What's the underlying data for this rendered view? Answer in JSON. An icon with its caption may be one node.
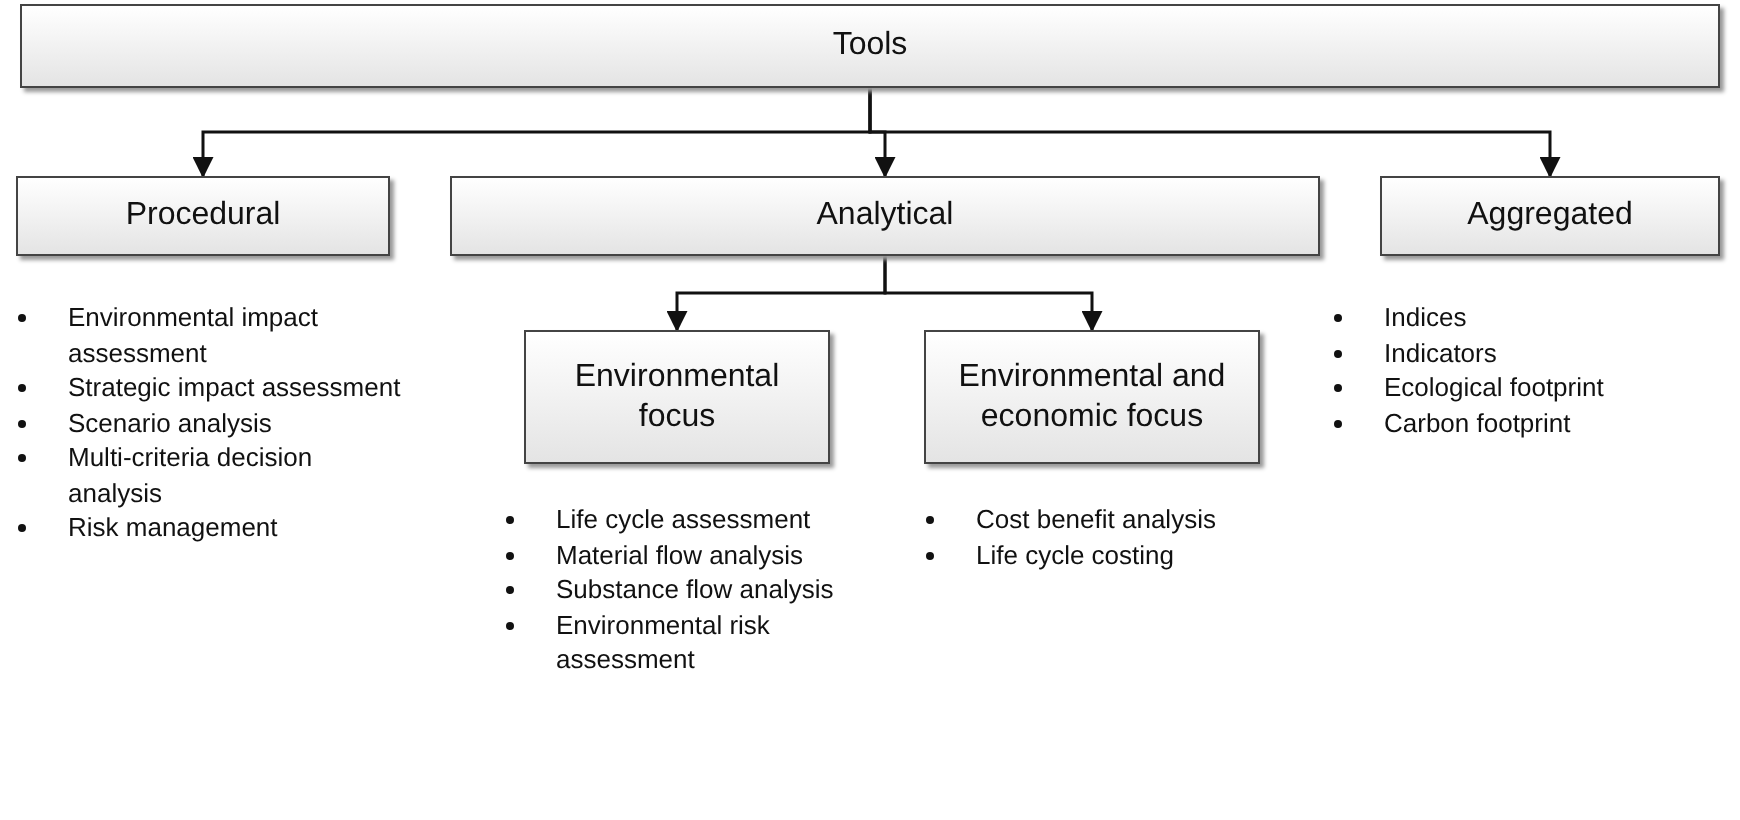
{
  "diagram": {
    "nodes": [
      {
        "text": [
          "Tools"
        ]
      },
      {
        "text": [
          "Procedural"
        ],
        "beside": [
          "Environmental impact assessment",
          "Strategic impact assessment",
          "Scenario analysis",
          "Multi-criteria decision analysis",
          "Risk management"
        ]
      },
      {
        "text": [
          "Analytical"
        ]
      },
      {
        "text": [
          "Aggregated"
        ],
        "beside": [
          "Indices",
          "Indicators",
          "Ecological footprint",
          "Carbon footprint"
        ]
      },
      {
        "text": [
          "Environmental focus"
        ],
        "beside": [
          "Life cycle assessment",
          "Material flow analysis",
          "Substance flow analysis",
          "Environmental risk assessment"
        ]
      },
      {
        "text": [
          "Environmental and economic focus"
        ],
        "beside": [
          "Cost benefit analysis",
          "Life cycle costing"
        ]
      }
    ],
    "edges": [
      {
        "from": 0,
        "to": 1,
        "arrow": "to"
      },
      {
        "from": 0,
        "to": 2,
        "arrow": "to"
      },
      {
        "from": 0,
        "to": 3,
        "arrow": "to"
      },
      {
        "from": 2,
        "to": 4,
        "arrow": "to"
      },
      {
        "from": 2,
        "to": 5,
        "arrow": "to"
      }
    ]
  }
}
